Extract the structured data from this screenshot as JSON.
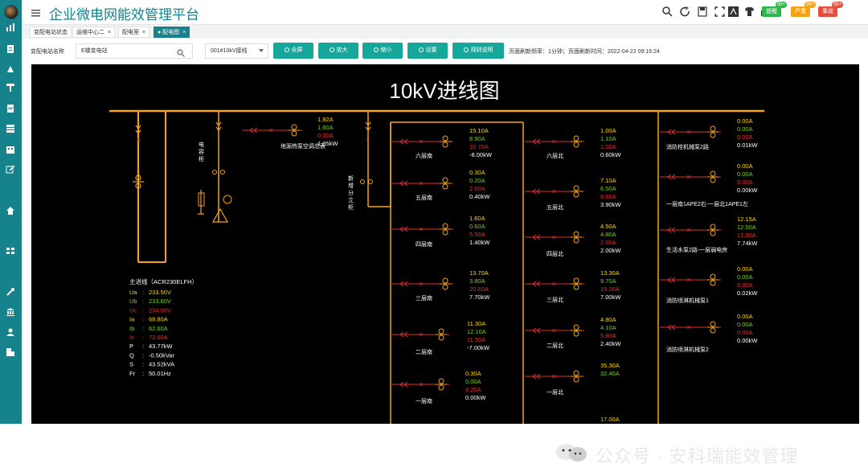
{
  "app": {
    "title": "企业微电网能效管理平台"
  },
  "header_badges": [
    {
      "label": "提醒",
      "count": "99+",
      "color": "#2db84d"
    },
    {
      "label": "严重",
      "count": "99+",
      "color": "#f4a312"
    },
    {
      "label": "事故",
      "count": "99+",
      "color": "#e84c3d"
    }
  ],
  "tabs": [
    {
      "label": "变配电站状态",
      "closable": false,
      "active": false
    },
    {
      "label": "运维中心二",
      "closable": true,
      "active": false
    },
    {
      "label": "配电室",
      "closable": true,
      "active": false
    },
    {
      "label": "● 配电图",
      "closable": true,
      "active": true
    }
  ],
  "toolbar": {
    "station_label": "变配电站名称",
    "station_value": "E楼变电站",
    "line_value": "001#10kV接线",
    "buttons": [
      "全屏",
      "放大",
      "缩小",
      "设置",
      "规则说明"
    ],
    "refresh_info": "页面刷新频率：1分钟；页面刷新时间：2022-04-22 09:16:24"
  },
  "diagram": {
    "title": "10kV进线图",
    "cabinets": [
      {
        "label": "电容柜"
      },
      {
        "label": "新增分立柜"
      }
    ],
    "mainline": {
      "title": "主进线（ACR230ELFH）",
      "rows": [
        {
          "k": "Ua",
          "v": "233.50V",
          "color": "#ffd700"
        },
        {
          "k": "Ub",
          "v": "233.60V",
          "color": "#7ccd2a"
        },
        {
          "k": "Uc",
          "v": "234.00V",
          "color": "#e03030"
        },
        {
          "k": "Ia",
          "v": "68.80A",
          "color": "#ffd700"
        },
        {
          "k": "Ib",
          "v": "62.60A",
          "color": "#7ccd2a"
        },
        {
          "k": "Ic",
          "v": "72.60A",
          "color": "#e03030"
        },
        {
          "k": "P",
          "v": "43.77kW",
          "color": "#ffffff"
        },
        {
          "k": "Q",
          "v": "-0.50kVar",
          "color": "#ffffff"
        },
        {
          "k": "S",
          "v": "43.52kVA",
          "color": "#ffffff"
        },
        {
          "k": "Fr",
          "v": "50.01Hz",
          "color": "#ffffff"
        }
      ]
    },
    "feeders": [
      {
        "name": "地源热泵空调总表",
        "ia": "1.92A",
        "ib": "1.60A",
        "ic": "0.00A",
        "p": "1.05kW"
      },
      {
        "name": "六层南",
        "ia": "15.10A",
        "ib": "8.90A",
        "ic": "10.70A",
        "p": "-8.00kW"
      },
      {
        "name": "五层南",
        "ia": "0.30A",
        "ib": "0.20A",
        "ic": "2.60A",
        "p": "0.40kW"
      },
      {
        "name": "四层南",
        "ia": "1.60A",
        "ib": "0.60A",
        "ic": "5.50A",
        "p": "1.40kW"
      },
      {
        "name": "三层南",
        "ia": "13.70A",
        "ib": "3.80A",
        "ic": "20.60A",
        "p": "7.70kW"
      },
      {
        "name": "二层南",
        "ia": "11.30A",
        "ib": "12.10A",
        "ic": "11.50A",
        "p": "-7.00kW"
      },
      {
        "name": "一层南",
        "ia": "0.30A",
        "ib": "0.00A",
        "ic": "0.20A",
        "p": "0.00kW"
      },
      {
        "name": "六层北",
        "ia": "1.00A",
        "ib": "1.10A",
        "ic": "1.00A",
        "p": "0.60kW"
      },
      {
        "name": "五层北",
        "ia": "7.10A",
        "ib": "6.50A",
        "ic": "8.60A",
        "p": "3.90kW"
      },
      {
        "name": "四层北",
        "ia": "4.50A",
        "ib": "4.80A",
        "ic": "2.00A",
        "p": "2.00kW"
      },
      {
        "name": "三层北",
        "ia": "13.30A",
        "ib": "9.70A",
        "ic": "15.20A",
        "p": "7.00kW"
      },
      {
        "name": "二层北",
        "ia": "4.80A",
        "ib": "4.10A",
        "ic": "5.90A",
        "p": "2.40kW"
      },
      {
        "name": "一层北",
        "ia": "35.30A",
        "ib": "32.40A",
        "ic": "",
        "p": ""
      },
      {
        "name": "消防栓机械泵2路",
        "ia": "0.00A",
        "ib": "0.00A",
        "ic": "0.00A",
        "p": "0.01kW"
      },
      {
        "name": "一层南1APE2右-一层北1APE1左",
        "ia": "0.00A",
        "ib": "0.00A",
        "ic": "0.00A",
        "p": "0.00kW"
      },
      {
        "name": "生活水泵2路-一层弱电房",
        "ia": "12.15A",
        "ib": "12.50A",
        "ic": "12.80A",
        "p": "7.74kW"
      },
      {
        "name": "消防喷淋机械泵1",
        "ia": "0.00A",
        "ib": "0.00A",
        "ic": "0.00A",
        "p": "0.02kW"
      },
      {
        "name": "消防喷淋机械泵2",
        "ia": "0.00A",
        "ib": "0.00A",
        "ic": "0.00A",
        "p": "0.00kW"
      }
    ],
    "bottom_value": "17.00A"
  },
  "watermark": {
    "text": "公众号 · 安科瑞能效管理"
  }
}
